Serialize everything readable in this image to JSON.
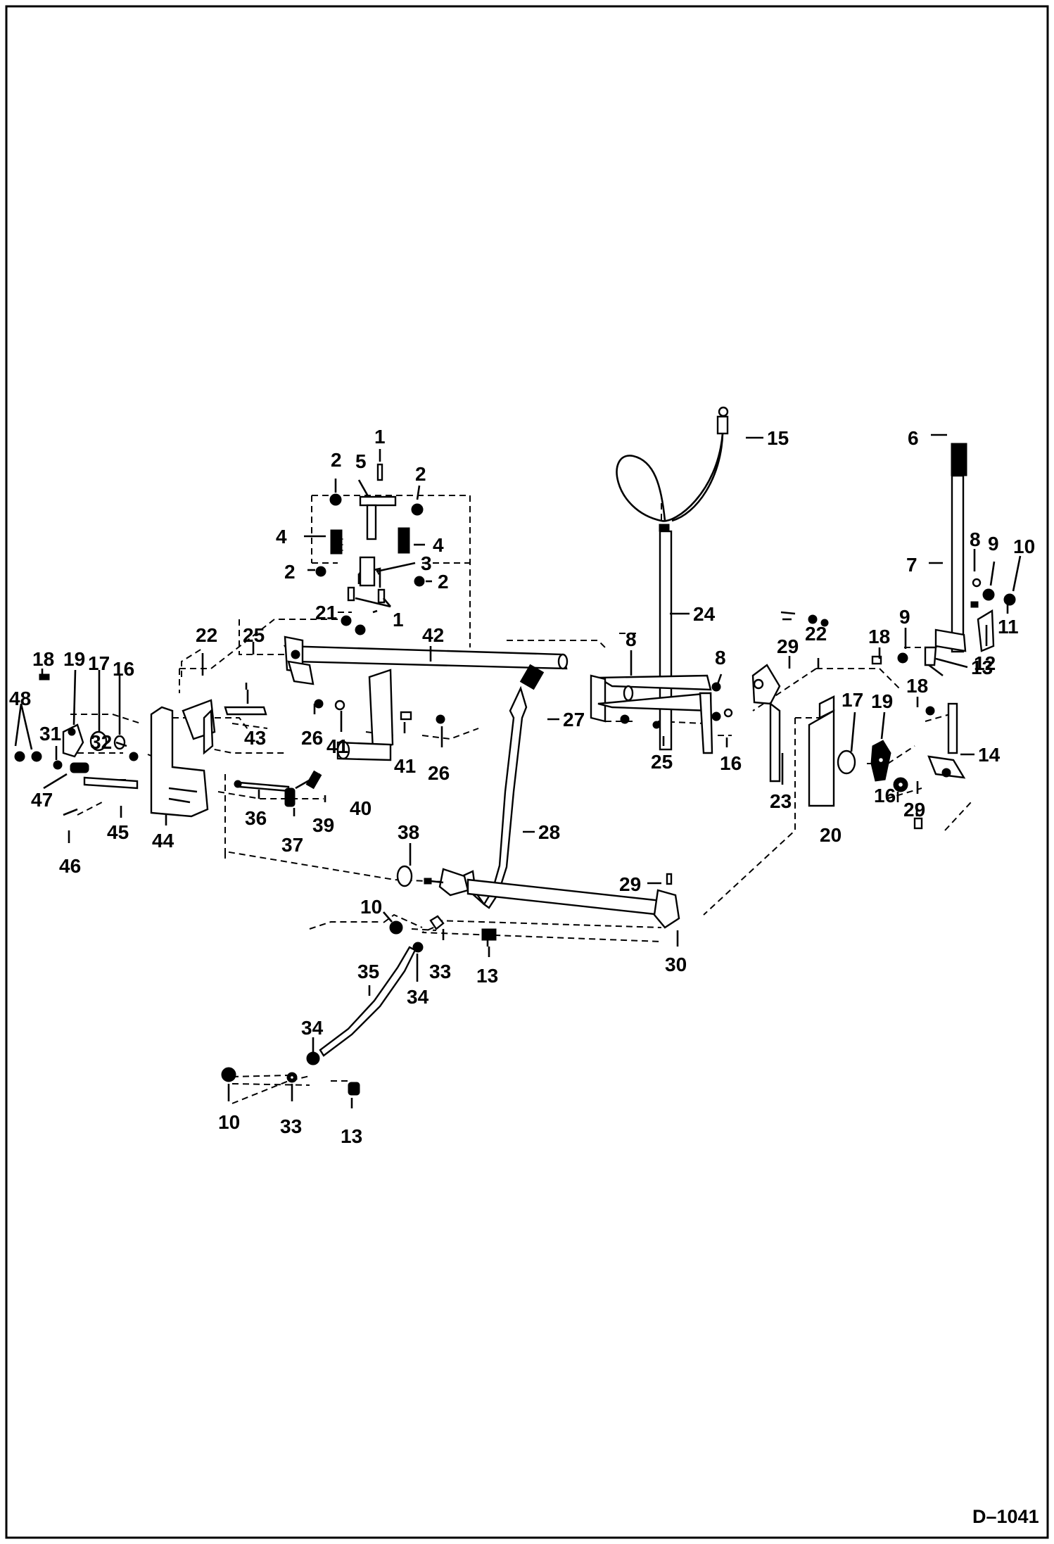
{
  "drawing_ref": "D–1041",
  "callouts": [
    {
      "id": "c1a",
      "text": "1"
    },
    {
      "id": "c2a",
      "text": "2"
    },
    {
      "id": "c5",
      "text": "5"
    },
    {
      "id": "c2b",
      "text": "2"
    },
    {
      "id": "c4a",
      "text": "4"
    },
    {
      "id": "c4b",
      "text": "4"
    },
    {
      "id": "c3",
      "text": "3"
    },
    {
      "id": "c2c",
      "text": "2"
    },
    {
      "id": "c2d",
      "text": "2"
    },
    {
      "id": "c21",
      "text": "21"
    },
    {
      "id": "c1b",
      "text": "1"
    },
    {
      "id": "c22a",
      "text": "22"
    },
    {
      "id": "c25a",
      "text": "25"
    },
    {
      "id": "c42",
      "text": "42"
    },
    {
      "id": "c15",
      "text": "15"
    },
    {
      "id": "c24",
      "text": "24"
    },
    {
      "id": "c8a",
      "text": "8"
    },
    {
      "id": "c8b",
      "text": "8"
    },
    {
      "id": "c6",
      "text": "6"
    },
    {
      "id": "c7",
      "text": "7"
    },
    {
      "id": "c8c",
      "text": "8"
    },
    {
      "id": "c9a",
      "text": "9"
    },
    {
      "id": "c10a",
      "text": "10"
    },
    {
      "id": "c11",
      "text": "11"
    },
    {
      "id": "c12",
      "text": "12"
    },
    {
      "id": "c9b",
      "text": "9"
    },
    {
      "id": "c18a",
      "text": "18"
    },
    {
      "id": "c13a",
      "text": "13"
    },
    {
      "id": "c18b",
      "text": "18"
    },
    {
      "id": "c14",
      "text": "14"
    },
    {
      "id": "c29a",
      "text": "29"
    },
    {
      "id": "c22b",
      "text": "22"
    },
    {
      "id": "c17a",
      "text": "17"
    },
    {
      "id": "c19a",
      "text": "19"
    },
    {
      "id": "c16a",
      "text": "16"
    },
    {
      "id": "c29b",
      "text": "29"
    },
    {
      "id": "c20",
      "text": "20"
    },
    {
      "id": "c23",
      "text": "23"
    },
    {
      "id": "c16b",
      "text": "16"
    },
    {
      "id": "c25b",
      "text": "25"
    },
    {
      "id": "c26a",
      "text": "26"
    },
    {
      "id": "c41a",
      "text": "41"
    },
    {
      "id": "c41b",
      "text": "41"
    },
    {
      "id": "c26b",
      "text": "26"
    },
    {
      "id": "c40",
      "text": "40"
    },
    {
      "id": "c27",
      "text": "27"
    },
    {
      "id": "c28",
      "text": "28"
    },
    {
      "id": "c18c",
      "text": "18"
    },
    {
      "id": "c19b",
      "text": "19"
    },
    {
      "id": "c17b",
      "text": "17"
    },
    {
      "id": "c16c",
      "text": "16"
    },
    {
      "id": "c48",
      "text": "48"
    },
    {
      "id": "c31",
      "text": "31"
    },
    {
      "id": "c32",
      "text": "32"
    },
    {
      "id": "c43",
      "text": "43"
    },
    {
      "id": "c47",
      "text": "47"
    },
    {
      "id": "c45",
      "text": "45"
    },
    {
      "id": "c44",
      "text": "44"
    },
    {
      "id": "c46",
      "text": "46"
    },
    {
      "id": "c36",
      "text": "36"
    },
    {
      "id": "c37",
      "text": "37"
    },
    {
      "id": "c39",
      "text": "39"
    },
    {
      "id": "c38",
      "text": "38"
    },
    {
      "id": "c29c",
      "text": "29"
    },
    {
      "id": "c30",
      "text": "30"
    },
    {
      "id": "c10b",
      "text": "10"
    },
    {
      "id": "c33a",
      "text": "33"
    },
    {
      "id": "c13b",
      "text": "13"
    },
    {
      "id": "c34a",
      "text": "34"
    },
    {
      "id": "c35",
      "text": "35"
    },
    {
      "id": "c34b",
      "text": "34"
    },
    {
      "id": "c10c",
      "text": "10"
    },
    {
      "id": "c33b",
      "text": "33"
    },
    {
      "id": "c13c",
      "text": "13"
    }
  ]
}
